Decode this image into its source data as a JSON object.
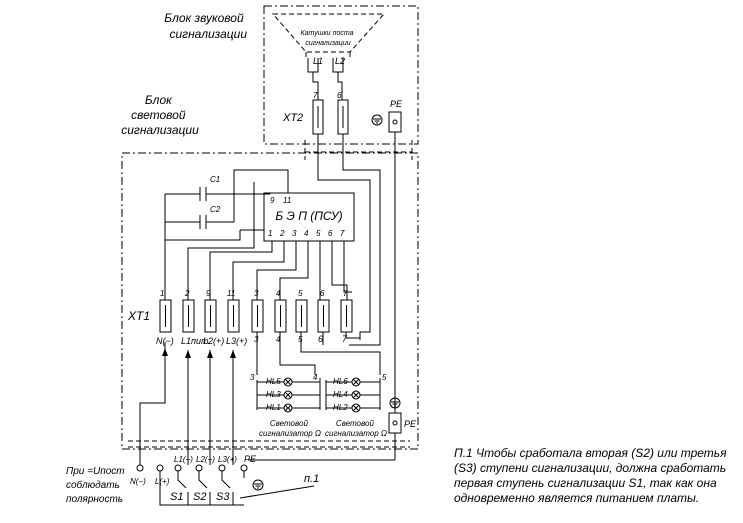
{
  "blocks": {
    "sound_block": [
      "Блок звуковой",
      "сигнализации"
    ],
    "light_block": [
      "Блок",
      "световой",
      "сигнализации"
    ],
    "post_coils": [
      "Катушки поста",
      "сигнализации"
    ],
    "bep": "Б Э П  (ПСУ)"
  },
  "coils": [
    "L1",
    "L2"
  ],
  "connectors": {
    "xt2": "XT2",
    "xt1": "XT1",
    "pe": "PE",
    "xt2_nums": [
      "7",
      "6"
    ],
    "xt2_terms": [
      "XT2",
      "XT2"
    ]
  },
  "caps": [
    "C1",
    "C2"
  ],
  "bep_pins_top": [
    "9",
    "11"
  ],
  "bep_pins_bottom": [
    "1",
    "2",
    "3",
    "4",
    "5",
    "6",
    "7"
  ],
  "terminals": {
    "left": [
      {
        "num": "1",
        "label": "N(−)",
        "id": "XT1"
      },
      {
        "num": "2",
        "label": "L1пит.",
        "id": "XT2"
      },
      {
        "num": "9",
        "label": "L2(+)",
        "id": "XT3"
      },
      {
        "num": "11",
        "label": "L3(+)",
        "id": "XT4"
      }
    ],
    "right": [
      {
        "num": "3",
        "id": "XT5"
      },
      {
        "num": "4",
        "id": "XT6"
      },
      {
        "num": "5",
        "id": "XT7"
      },
      {
        "num": "6",
        "id": "XT8"
      },
      {
        "num": "7",
        "id": "XT9"
      }
    ]
  },
  "lamps": {
    "group1": [
      "HL5",
      "HL3",
      "HL1"
    ],
    "group2": [
      "HL6",
      "HL4",
      "HL2"
    ],
    "nodes": [
      "3",
      "4",
      "5"
    ],
    "group1_caption": [
      "Световой",
      "сигнализатор Ω"
    ],
    "group2_caption": [
      "Световой",
      "сигнализатор Ω"
    ]
  },
  "bottom": {
    "polarity_note": [
      "При =Uпост",
      "соблюдать",
      "полярность"
    ],
    "terminals": [
      "N(−)",
      "L(+)",
      "L1(+)",
      "L2(+)",
      "L3(+)",
      "PE"
    ],
    "switches": [
      "S1",
      "S2",
      "S3"
    ],
    "ref": "п.1"
  },
  "note": "П.1 Чтобы сработала вторая (S2) или третья (S3) ступени сигнализации, должна сработать первая ступень сигнализации S1, так как она одновременно является питанием платы."
}
